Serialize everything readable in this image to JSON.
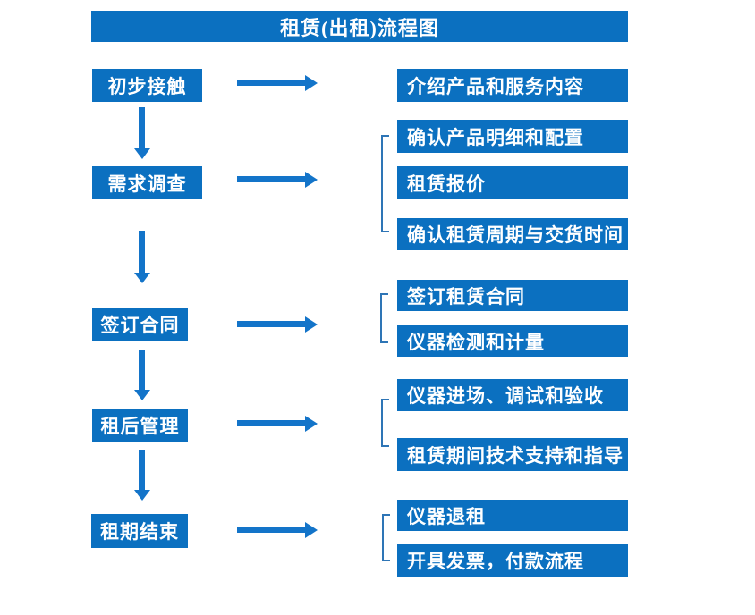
{
  "title": "租赁(出租)流程图",
  "colors": {
    "box_fill": "#0B70C0",
    "arrow": "#1374C9",
    "bracket": "#2E75B6",
    "text": "#FFFFFF",
    "background": "#FFFFFF"
  },
  "left_steps": [
    {
      "label": "初步接触"
    },
    {
      "label": "需求调查"
    },
    {
      "label": "签订合同"
    },
    {
      "label": "租后管理"
    },
    {
      "label": "租期结束"
    }
  ],
  "right_groups": [
    {
      "items": [
        {
          "label": "介绍产品和服务内容"
        }
      ]
    },
    {
      "items": [
        {
          "label": "确认产品明细和配置"
        },
        {
          "label": "租赁报价"
        },
        {
          "label": "确认租赁周期与交货时间"
        }
      ]
    },
    {
      "items": [
        {
          "label": "签订租赁合同"
        },
        {
          "label": "仪器检测和计量"
        }
      ]
    },
    {
      "items": [
        {
          "label": "仪器进场、调试和验收"
        },
        {
          "label": "租赁期间技术支持和指导"
        }
      ]
    },
    {
      "items": [
        {
          "label": "仪器退租"
        },
        {
          "label": "开具发票，付款流程"
        }
      ]
    }
  ]
}
